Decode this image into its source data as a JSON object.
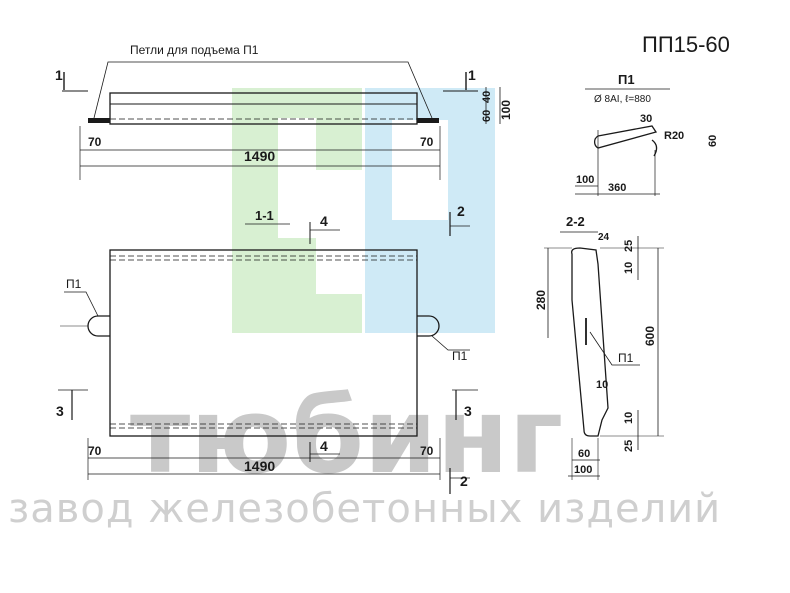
{
  "title": "ПП15-60",
  "watermark": {
    "brand": "тюбинг",
    "subtitle": "завод железобетонных изделий",
    "colors": {
      "green": "#d8f0d2",
      "blue": "#cfeaf6",
      "text": "#c9c9c9"
    }
  },
  "top_view": {
    "callout_loops": "Петли для подъема П1",
    "section_left": "1",
    "section_right": "1",
    "dim_60": "60",
    "dim_40": "40",
    "dim_100": "100",
    "dim_70_left": "70",
    "dim_70_right": "70",
    "dim_length": "1490"
  },
  "front_view": {
    "label": "1-1",
    "mark_4_top": "4",
    "mark_2_top": "2",
    "label_p1_left": "П1",
    "label_p1_right": "П1",
    "mark_3_left": "3",
    "mark_3_right": "3",
    "dim_70_left": "70",
    "dim_70_right": "70",
    "mark_4_bottom": "4",
    "dim_length": "1490",
    "mark_2_bottom": "2"
  },
  "loop_detail": {
    "title": "П1",
    "spec": "Ø 8АI, ℓ=880",
    "dim_30": "30",
    "radius": "R20",
    "dim_60": "60",
    "dim_100": "100",
    "dim_360": "360"
  },
  "section_22": {
    "label": "2-2",
    "dim_24": "24",
    "dim_25_top": "25",
    "dim_10_top": "10",
    "dim_280": "280",
    "dim_600": "600",
    "label_p1": "П1",
    "dim_10_mid": "10",
    "dim_10_bottom": "10",
    "dim_25_bottom": "25",
    "dim_60": "60",
    "dim_100": "100"
  }
}
